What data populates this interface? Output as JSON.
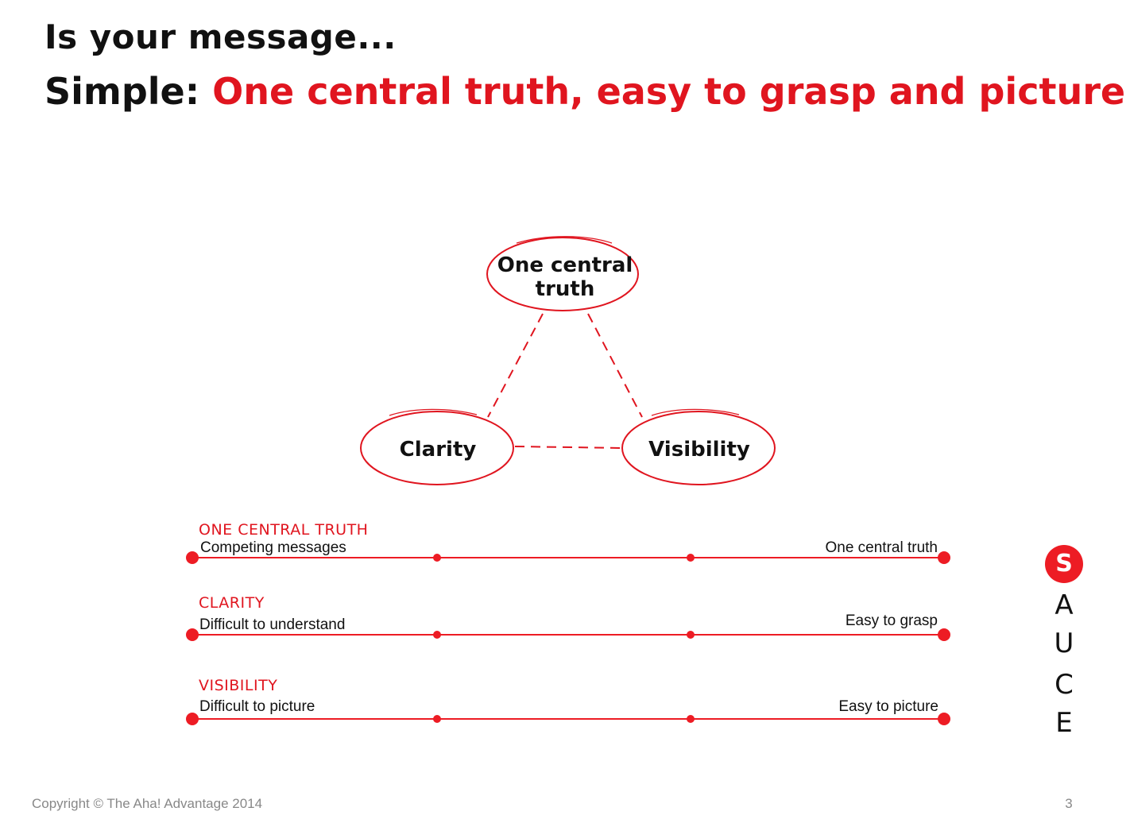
{
  "header": {
    "line1": "Is your message...",
    "line2_label": "Simple:",
    "line2_text": "One central truth, easy to grasp and picture"
  },
  "diagram": {
    "nodes": {
      "top": [
        "One central",
        "truth"
      ],
      "left": "Clarity",
      "right": "Visibility"
    }
  },
  "scales": [
    {
      "title": "ONE CENTRAL TRUTH",
      "left": "Competing messages",
      "right": "One central truth"
    },
    {
      "title": "CLARITY",
      "left": "Difficult to understand",
      "right": "Easy to grasp"
    },
    {
      "title": "VISIBILITY",
      "left": "Difficult to picture",
      "right": "Easy to picture"
    }
  ],
  "sauce": {
    "letters": [
      "S",
      "A",
      "U",
      "C",
      "E"
    ],
    "active_index": 0
  },
  "footer": {
    "copyright": "Copyright © The Aha! Advantage 2014",
    "page_number": "3"
  },
  "colors": {
    "accent": "#e0151f",
    "line": "#ed1c24",
    "text": "#111111",
    "footer": "#888888"
  }
}
